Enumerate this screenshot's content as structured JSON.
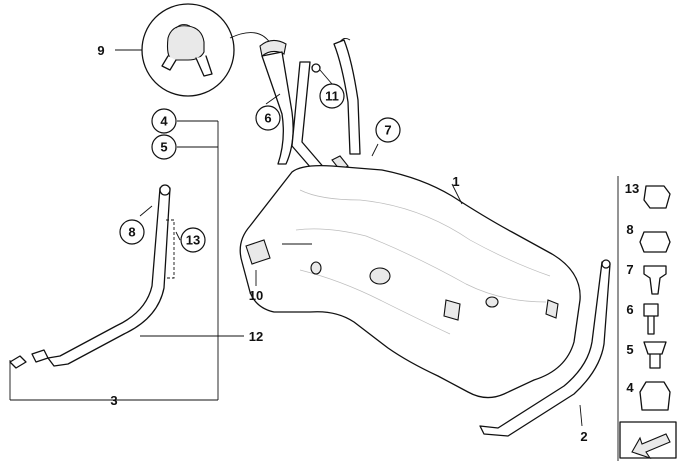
{
  "callouts": {
    "c1": "1",
    "c2": "2",
    "c3": "3",
    "c4": "4",
    "c5": "5",
    "c6": "6",
    "c7": "7",
    "c8": "8",
    "c9": "9",
    "c10": "10",
    "c11": "11",
    "c12": "12",
    "c13": "13"
  },
  "legend": {
    "items": [
      "13",
      "8",
      "7",
      "6",
      "5",
      "4"
    ]
  }
}
